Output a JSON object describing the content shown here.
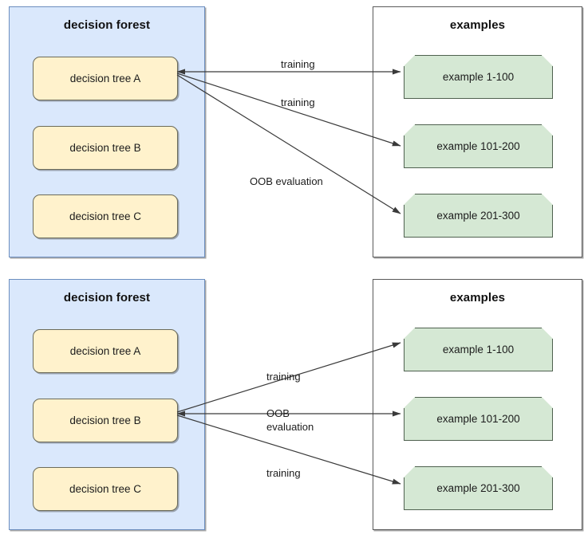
{
  "diagrams": [
    {
      "id": "top",
      "forest": {
        "title": "decision forest",
        "trees": [
          {
            "label": "decision tree A"
          },
          {
            "label": "decision tree B"
          },
          {
            "label": "decision tree C"
          }
        ]
      },
      "examples": {
        "title": "examples",
        "items": [
          {
            "label": "example 1-100"
          },
          {
            "label": "example 101-200"
          },
          {
            "label": "example 201-300"
          }
        ]
      },
      "edges": [
        {
          "label": "training",
          "from": "decision tree A",
          "to": "example 1-100"
        },
        {
          "label": "training",
          "from": "decision tree A",
          "to": "example 101-200"
        },
        {
          "label": "OOB evaluation",
          "from": "decision tree A",
          "to": "example 201-300"
        }
      ]
    },
    {
      "id": "bottom",
      "forest": {
        "title": "decision forest",
        "trees": [
          {
            "label": "decision tree A"
          },
          {
            "label": "decision tree B"
          },
          {
            "label": "decision tree C"
          }
        ]
      },
      "examples": {
        "title": "examples",
        "items": [
          {
            "label": "example 1-100"
          },
          {
            "label": "example 101-200"
          },
          {
            "label": "example 201-300"
          }
        ]
      },
      "edges": [
        {
          "label": "training",
          "from": "decision tree B",
          "to": "example 1-100"
        },
        {
          "label": "OOB\nevaluation",
          "from": "decision tree B",
          "to": "example 101-200"
        },
        {
          "label": "training",
          "from": "decision tree B",
          "to": "example 201-300"
        }
      ]
    }
  ],
  "colors": {
    "forest_fill": "#dae8fc",
    "forest_border": "#6c8ebf",
    "tree_fill": "#fff2cc",
    "tree_border": "#6b6b5a",
    "example_fill": "#d5e8d4",
    "example_border": "#4f614f",
    "panel_border": "#5a5a5a",
    "arrow": "#3a3a3a",
    "text": "#1c1c1c"
  }
}
